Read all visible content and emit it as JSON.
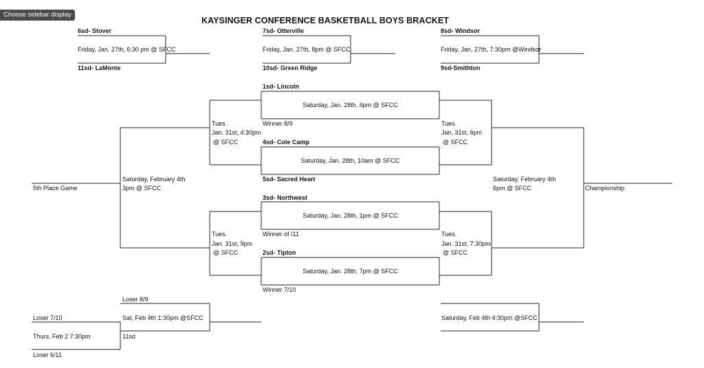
{
  "sidebar_button": "Choose sidebar display",
  "title": "KAYSINGER CONFERENCE BASKETBALL BOYS BRACKET",
  "top_row": {
    "g1": {
      "team_a": "6sd- Stover",
      "info": "Friday, Jan. 27th, 6:30 pm @ SFCC",
      "team_b": "11sd- LaMonte"
    },
    "g2": {
      "team_a": "7sd- Otterville",
      "info": "Friday, Jan. 27th, 8pm @ SFCC",
      "team_b": "10sd- Green Ridge"
    },
    "g3": {
      "team_a": "8sd- Windsor",
      "info": "Friday, Jan. 27th, 7:30pm @Windsor",
      "team_b": "9sd-Smithton"
    }
  },
  "quarterfinals": [
    {
      "team_a": "1sd- Lincoln",
      "info": "Saturday, Jan. 28th, 4pm @ SFCC",
      "team_b": "Winner 8/9"
    },
    {
      "team_a": "4sd- Cole Camp",
      "info": "Saturday, Jan. 28th, 10am @ SFCC",
      "team_b": "5sd- Sacred Heart"
    },
    {
      "team_a": "3sd- Northwest",
      "info": "Saturday, Jan. 28th, 1pm @ SFCC",
      "team_b": "Winner of /11"
    },
    {
      "team_a": "2sd- Tipton",
      "info": "Saturday, Jan. 28th, 7pm @ SFCC",
      "team_b": "Winner 7/10"
    }
  ],
  "semis": {
    "left_top": {
      "l1": "Tues.",
      "l2": "Jan. 31st, 4:30pm",
      "l3": "@ SFCC"
    },
    "left_bottom": {
      "l1": "Tues.",
      "l2": "Jan. 31st, 9pm",
      "l3": "@ SFCC"
    },
    "right_top": {
      "l1": "Tues.",
      "l2": "Jan. 31st, 6pm",
      "l3": "@ SFCC"
    },
    "right_bottom": {
      "l1": "Tues.",
      "l2": "Jan. 31st, 7:30pm",
      "l3": "@ SFCC"
    }
  },
  "fifth_place": {
    "l1": "Saturday, February 4th",
    "l2": "3pm @ SFCC",
    "label": "5th Place Game"
  },
  "championship": {
    "l1": "Saturday, February 4th",
    "l2": "6pm @ SFCC",
    "label": "Championship"
  },
  "consolation": {
    "loser_7_10": "Loser 7/10",
    "thurs": "Thurs, Feb 2 7:30pm",
    "loser_6_11": "Loser 6/11",
    "loser_8_9": "Loser 8/9",
    "sat_game": "Sat, Feb 4th 1:30pm @SFCC",
    "seed_11": "11sd",
    "right_game": "Saturday, Feb 4th 4:30pm @SFCC"
  }
}
